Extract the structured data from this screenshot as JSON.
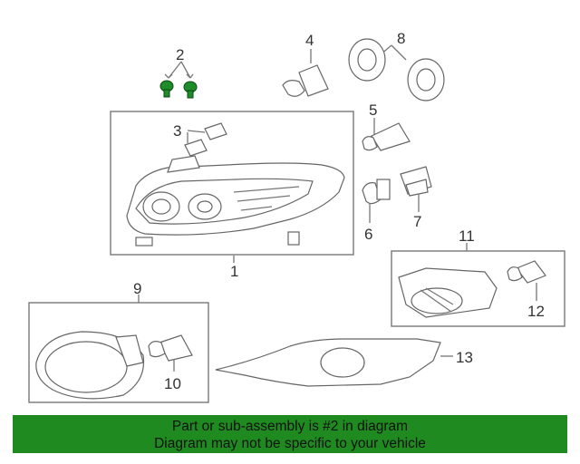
{
  "callouts": {
    "c1": "1",
    "c2": "2",
    "c3": "3",
    "c4": "4",
    "c5": "5",
    "c6": "6",
    "c7": "7",
    "c8": "8",
    "c9": "9",
    "c10": "10",
    "c11": "11",
    "c12": "12",
    "c13": "13"
  },
  "banner": {
    "line1": "Part or sub-assembly is #2 in diagram",
    "line2": "Diagram may not be specific to your vehicle"
  },
  "colors": {
    "highlight_part": "#1e8c2a",
    "banner_bg": "#1f8a1f"
  }
}
